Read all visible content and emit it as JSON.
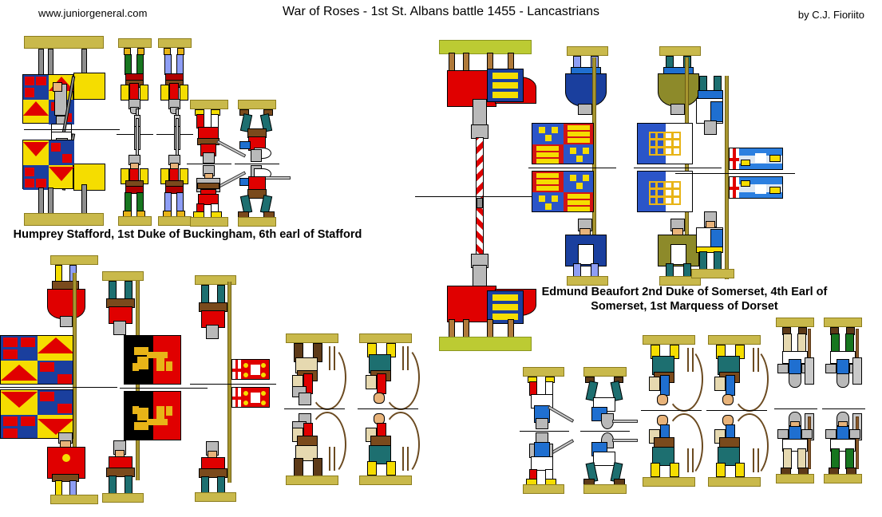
{
  "header": {
    "url": "www.juniorgeneral.com",
    "title": "War of Roses - 1st St. Albans battle 1455 -  Lancastrians",
    "credit": "by C.J. Fioriito"
  },
  "captions": {
    "left": "Humprey Stafford, 1st Duke of Buckingham, 6th earl of Stafford",
    "right": "Edmund Beaufort 2nd Duke of Somerset, 4th Earl of Somerset, 1st Marquess of Dorset"
  },
  "colors": {
    "base_khaki": "#c9b94b",
    "base_olive": "#bccb33",
    "livery_red": "#e00000",
    "livery_blue": "#1f6fd0",
    "livery_yellow": "#f5dd00",
    "heraldic_gold": "#e8b417",
    "armour_steel": "#b9b9b9",
    "banner_navy": "#1a3f9e",
    "banner_black": "#000000",
    "teal_hose": "#1d6f70",
    "green_hose": "#17761f"
  },
  "sheet": {
    "kind": "paper-miniatures-sheet",
    "fold_note": "figures printed in mirrored pairs about a horizontal fold line",
    "groups": [
      {
        "id": "stafford-mounted",
        "name": "Humprey Stafford mounted commander",
        "troop_type": "mounted knight",
        "count": 1,
        "livery": [
          "yellow",
          "red"
        ],
        "heraldry": "Stafford quartered: Or a chevron gules quartered with royal arms"
      },
      {
        "id": "stafford-billmen",
        "name": "Stafford billmen",
        "troop_type": "billmen / halberdiers",
        "count": 2,
        "livery": [
          "red",
          "yellow",
          "green hose",
          "blue hose"
        ]
      },
      {
        "id": "stafford-swordsmen",
        "name": "Stafford swordsmen",
        "troop_type": "men-at-arms with sword",
        "count": 2,
        "livery": [
          "red",
          "white",
          "teal"
        ]
      },
      {
        "id": "stafford-standard",
        "name": "Stafford standard bearer",
        "troop_type": "standard bearer",
        "count": 1,
        "banner": "Stafford quartered arms banner"
      },
      {
        "id": "stafford-banner-black-red",
        "name": "Stafford livery banner",
        "troop_type": "banner",
        "count": 1,
        "banner": "Per pale sable and gules, a gold antelope"
      },
      {
        "id": "stafford-pennon",
        "name": "Stafford pennon",
        "troop_type": "pennon",
        "count": 1,
        "banner": "Gules, St George cross at hoist, white swan and gold suns"
      },
      {
        "id": "stafford-archers",
        "name": "Stafford archers",
        "troop_type": "longbowmen",
        "count": 2,
        "livery": [
          "red",
          "brown",
          "teal"
        ]
      },
      {
        "id": "somerset-mounted",
        "name": "Edmund Beaufort mounted commander",
        "troop_type": "mounted knight with lance",
        "count": 1,
        "livery": [
          "red",
          "blue",
          "gold"
        ],
        "heraldry": "Red barding with blue and gold lions shaffron panel"
      },
      {
        "id": "somerset-royal-standard",
        "name": "Royal arms standard bearer",
        "troop_type": "standard bearer",
        "count": 1,
        "banner": "Quarterly France modern and England"
      },
      {
        "id": "somerset-portcullis-standard",
        "name": "Beaufort portcullis standard bearer",
        "troop_type": "standard bearer",
        "count": 1,
        "banner": "Per pale azure and argent, a gold portcullis"
      },
      {
        "id": "somerset-pennon",
        "name": "Beaufort pennon",
        "troop_type": "pennon",
        "count": 1,
        "banner": "Azure and argent, St George cross, portcullis and white yale"
      },
      {
        "id": "somerset-swordsmen",
        "name": "Somerset swordsmen",
        "troop_type": "men-at-arms with sword",
        "count": 2,
        "livery": [
          "blue",
          "white",
          "red",
          "teal"
        ]
      },
      {
        "id": "somerset-archers",
        "name": "Somerset archers",
        "troop_type": "longbowmen",
        "count": 2,
        "livery": [
          "blue",
          "white",
          "teal"
        ]
      },
      {
        "id": "somerset-billmen",
        "name": "Somerset billmen",
        "troop_type": "billmen / halberdiers",
        "count": 2,
        "livery": [
          "blue",
          "white",
          "tan hose",
          "green hose"
        ]
      }
    ]
  }
}
